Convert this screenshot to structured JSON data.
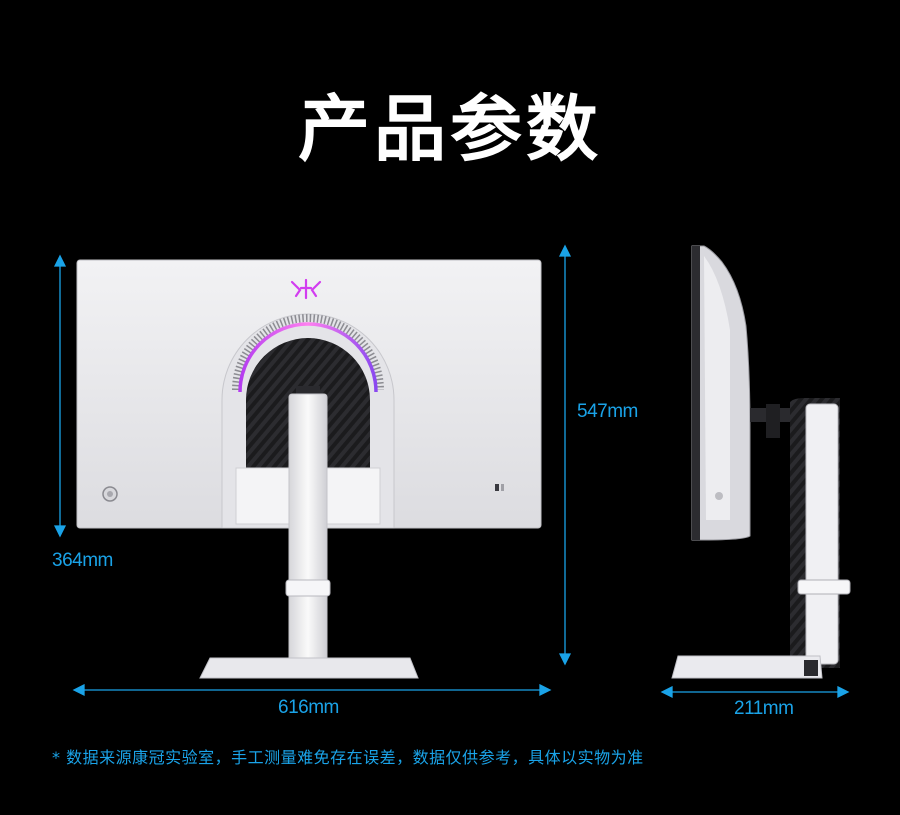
{
  "title": "产品参数",
  "dimensions": {
    "height_front": "364mm",
    "height_side": "547mm",
    "width_front": "616mm",
    "depth_side": "211mm"
  },
  "disclaimer": "* 数据来源康冠实验室，手工测量难免存在误差，数据仅供参考，具体以实物为准",
  "colors": {
    "accent": "#1aa3e8",
    "background": "#000000",
    "monitor_white": "#ececee",
    "logo_magenta": "#d23cf0"
  },
  "icons": [
    "brand-logo-icon",
    "power-button-icon"
  ]
}
